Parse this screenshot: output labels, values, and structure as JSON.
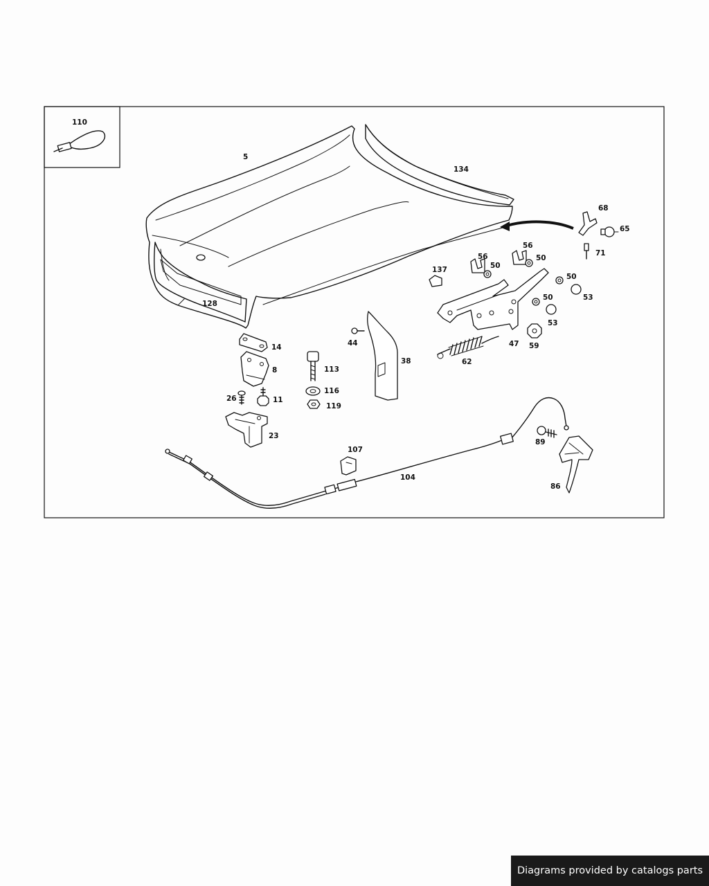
{
  "diagram": {
    "labels": {
      "p110": "110",
      "p5": "5",
      "p134": "134",
      "p68": "68",
      "p65": "65",
      "p71": "71",
      "p137": "137",
      "p56a": "56",
      "p56b": "56",
      "p50a": "50",
      "p50b": "50",
      "p50c": "50",
      "p50d": "50",
      "p53a": "53",
      "p53b": "53",
      "p128": "128",
      "p14": "14",
      "p8": "8",
      "p113": "113",
      "p44": "44",
      "p38": "38",
      "p62": "62",
      "p47": "47",
      "p59": "59",
      "p26": "26",
      "p11": "11",
      "p116": "116",
      "p119": "119",
      "p23": "23",
      "p107": "107",
      "p104": "104",
      "p89": "89",
      "p86": "86"
    }
  },
  "footer": {
    "credit": "Diagrams provided by catalogs parts"
  }
}
